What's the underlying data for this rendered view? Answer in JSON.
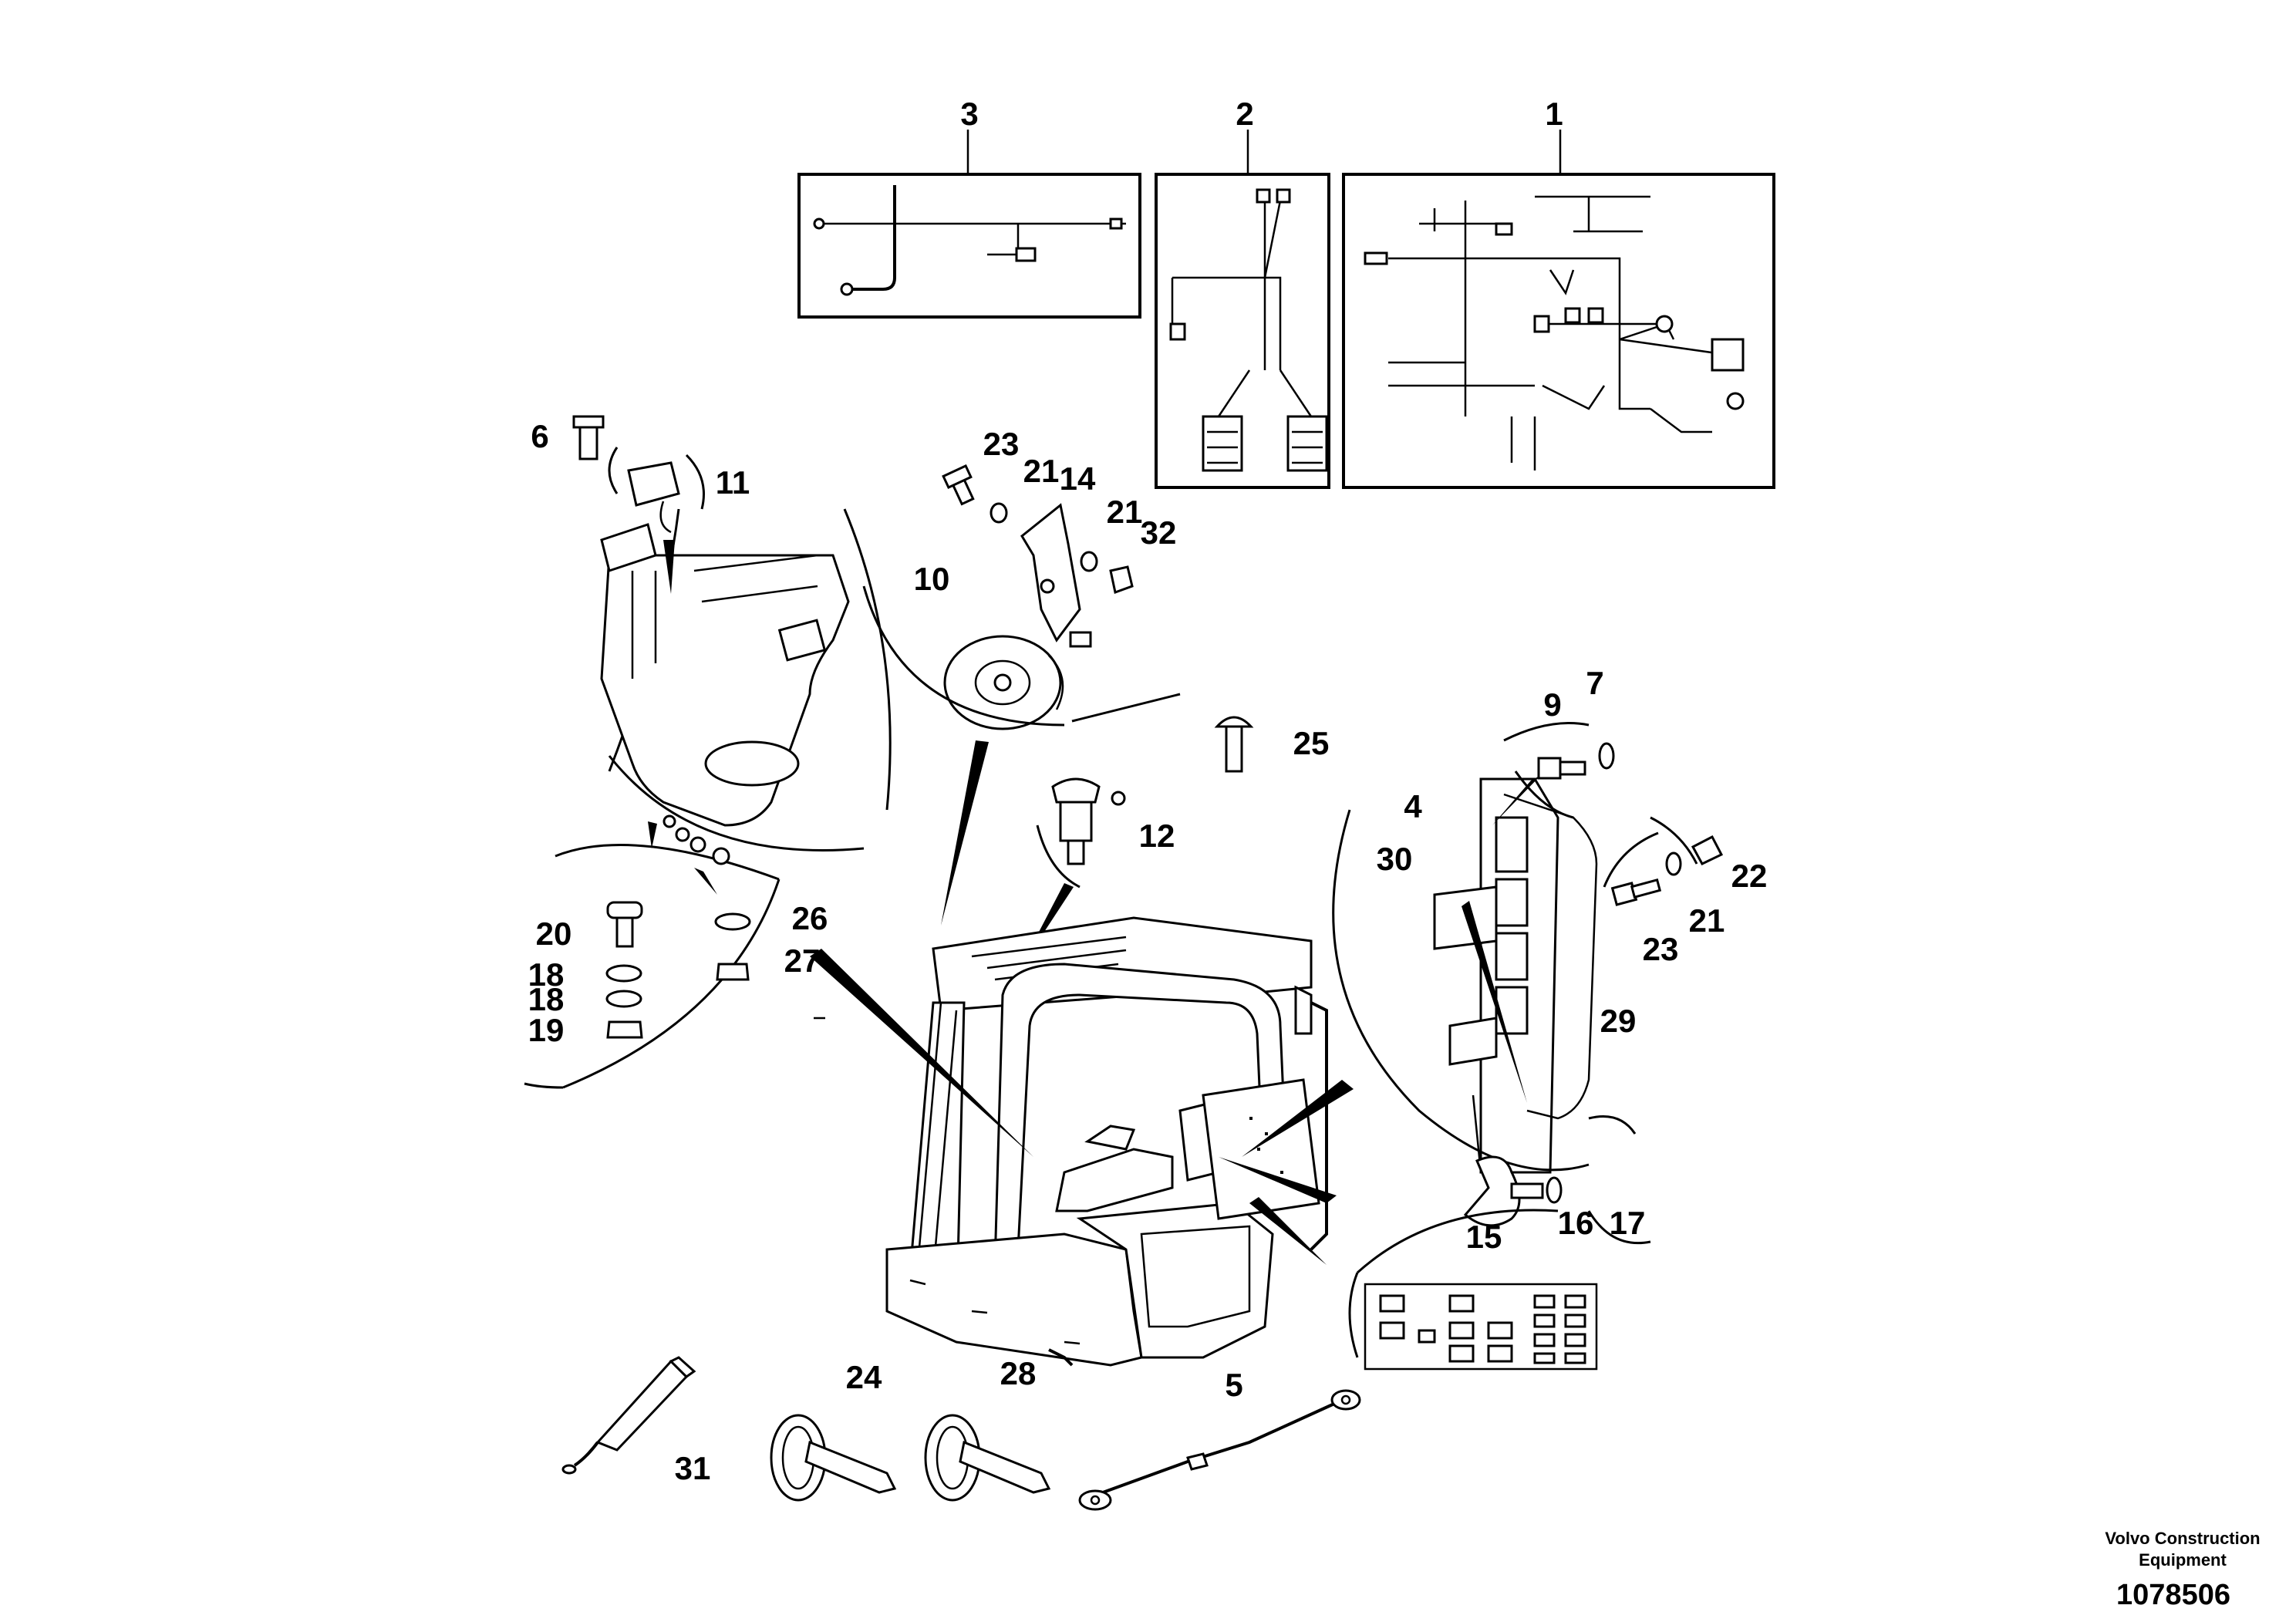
{
  "diagram": {
    "callouts": [
      "1",
      "2",
      "3",
      "4",
      "5",
      "6",
      "7",
      "9",
      "10",
      "11",
      "12",
      "14",
      "15",
      "16",
      "17",
      "18",
      "18",
      "19",
      "20",
      "21",
      "21",
      "21",
      "22",
      "23",
      "23",
      "24",
      "25",
      "26",
      "27",
      "28",
      "29",
      "30",
      "31",
      "32"
    ],
    "footer": {
      "brand_line_1": "Volvo Construction",
      "brand_line_2": "Equipment",
      "drawing_number": "1078506"
    }
  }
}
